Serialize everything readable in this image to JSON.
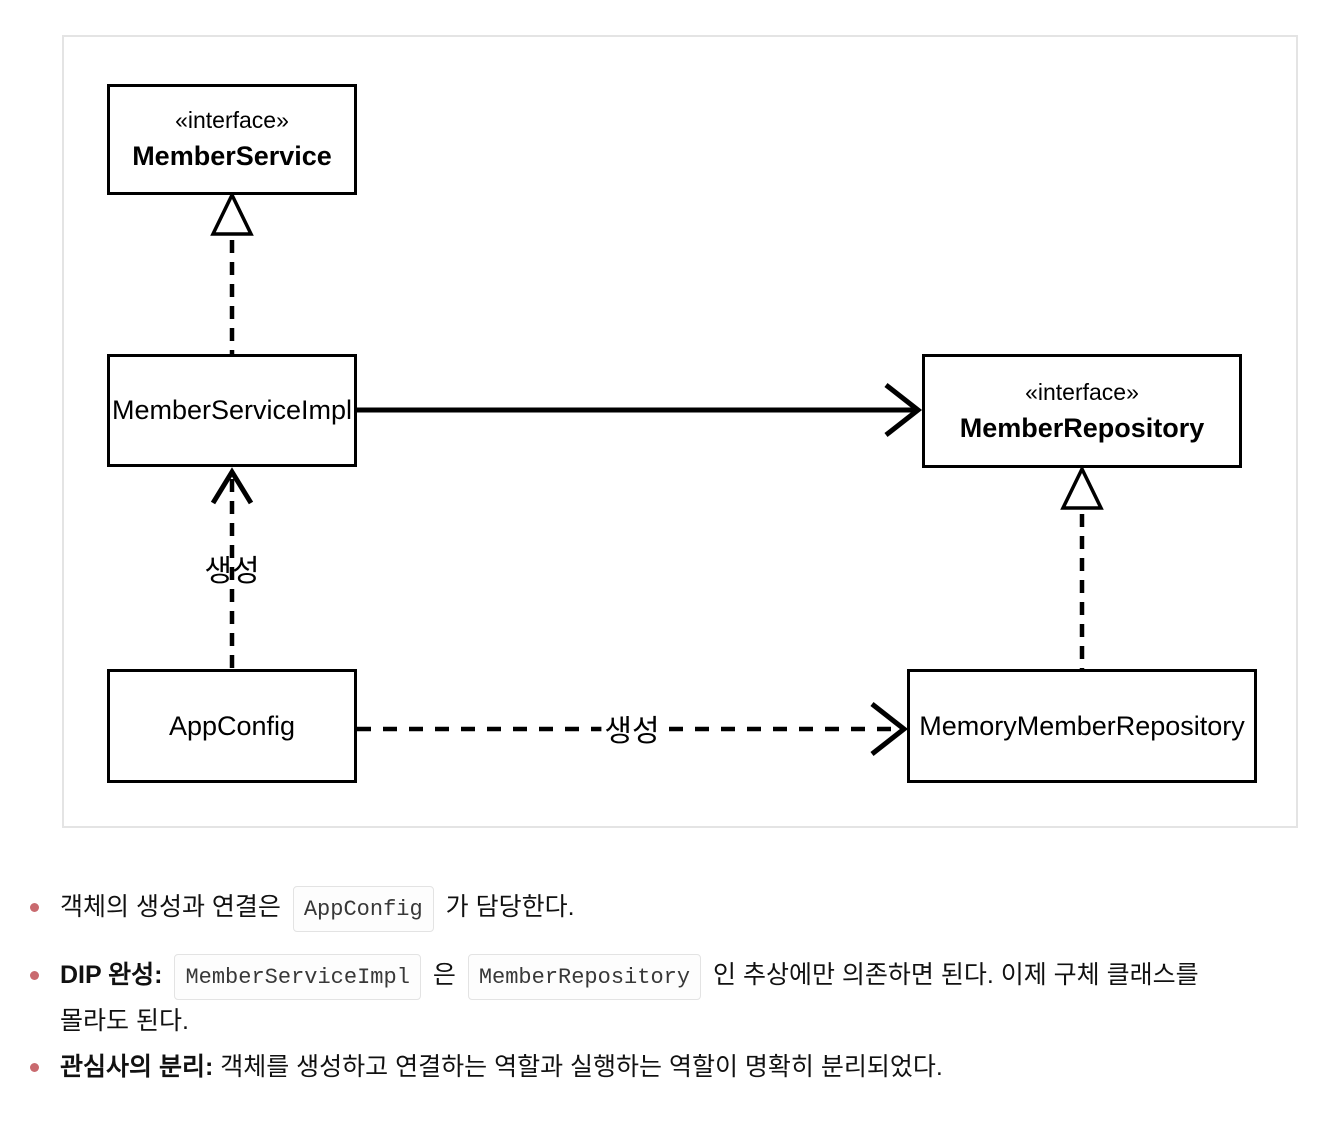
{
  "diagram": {
    "boxes": {
      "member_service": {
        "stereotype": "«interface»",
        "name": "MemberService"
      },
      "member_service_impl": {
        "name": "MemberServiceImpl"
      },
      "member_repository": {
        "stereotype": "«interface»",
        "name": "MemberRepository"
      },
      "app_config": {
        "name": "AppConfig"
      },
      "memory_member_repository": {
        "name": "MemoryMemberRepository"
      }
    },
    "edge_labels": {
      "create_vertical": "생성",
      "create_horizontal": "생성"
    },
    "edges": [
      {
        "from": "MemberServiceImpl",
        "to": "MemberService",
        "type": "realization-dashed-hollow-triangle"
      },
      {
        "from": "MemberServiceImpl",
        "to": "MemberRepository",
        "type": "association-solid-open-arrow"
      },
      {
        "from": "MemoryMemberRepository",
        "to": "MemberRepository",
        "type": "realization-dashed-hollow-triangle"
      },
      {
        "from": "AppConfig",
        "to": "MemberServiceImpl",
        "type": "dependency-dashed-open-arrow",
        "label": "생성"
      },
      {
        "from": "AppConfig",
        "to": "MemoryMemberRepository",
        "type": "dependency-dashed-open-arrow",
        "label": "생성"
      }
    ]
  },
  "notes": {
    "bullet1": {
      "text1": "객체의 생성과 연결은",
      "code1": "AppConfig",
      "text2": "가 담당한다."
    },
    "bullet2": {
      "bold": "DIP 완성:",
      "code1": "MemberServiceImpl",
      "text1": "은",
      "code2": "MemberRepository",
      "text2": "인 추상에만 의존하면 된다. 이제 구체 클래스를",
      "text3": "몰라도 된다."
    },
    "bullet3": {
      "bold": "관심사의 분리:",
      "text1": "객체를 생성하고 연결하는 역할과 실행하는 역할이 명확히 분리되었다."
    }
  },
  "colors": {
    "bullet_dot": "#c96a6f",
    "panel_border": "#e4e4e4",
    "code_border": "#e3e3e3",
    "code_background": "#fdfdfd",
    "line": "#000000"
  }
}
